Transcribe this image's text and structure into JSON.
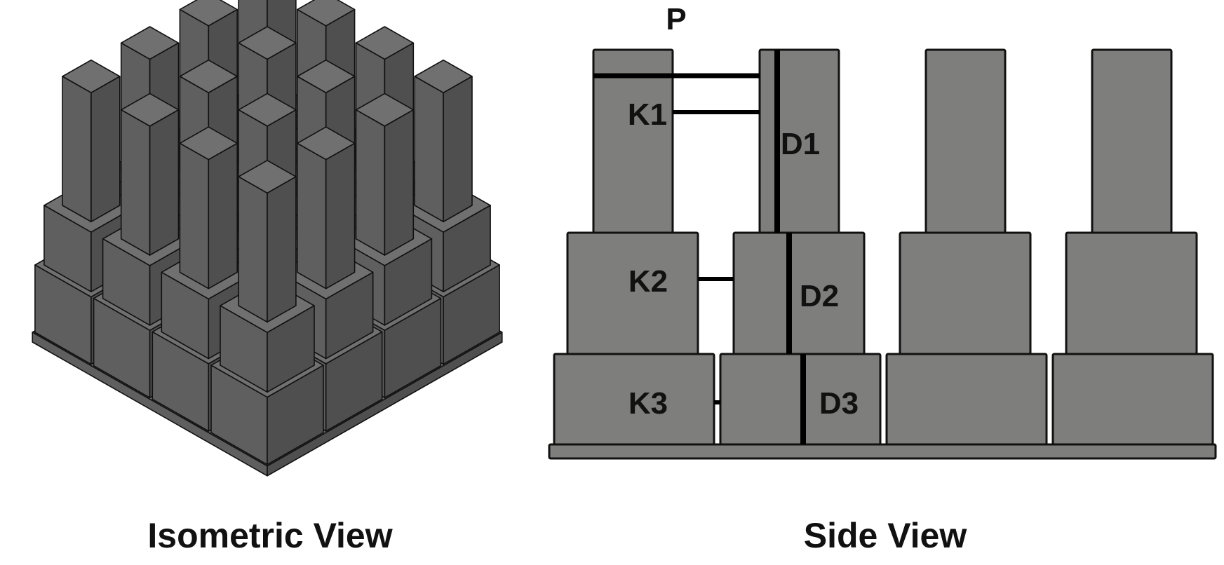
{
  "captions": {
    "isometric": "Isometric View",
    "side": "Side View"
  },
  "labels": {
    "p": "P",
    "k1": "K1",
    "k2": "K2",
    "k3": "K3",
    "d1": "D1",
    "d2": "D2",
    "d3": "D3"
  },
  "colors": {
    "side_face": "#7e7f7d",
    "top_face": "#707070",
    "left_face": "#5f5f5f",
    "right_face": "#4f4f4f",
    "outline": "#111111",
    "dimension_line": "#000000"
  }
}
